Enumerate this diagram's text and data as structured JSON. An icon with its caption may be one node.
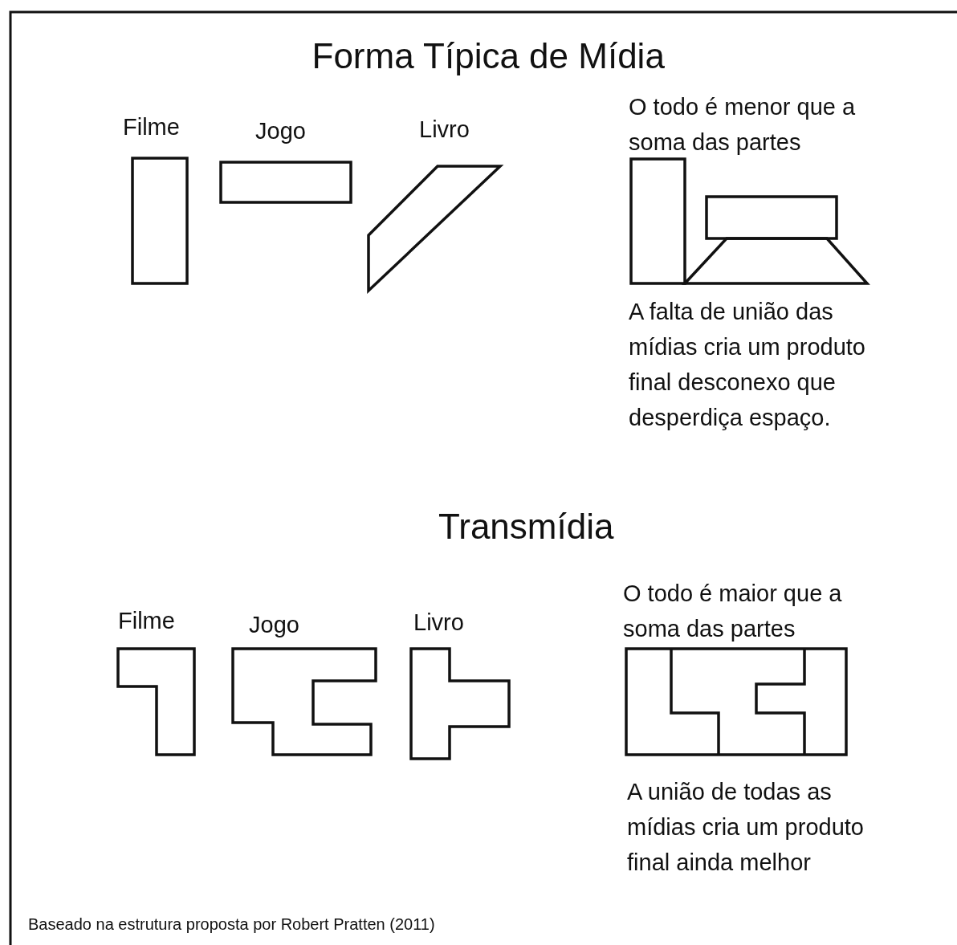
{
  "diagram": {
    "title": "Forma Típica de Mídia",
    "caption": "Baseado na estrutura proposta por Robert Pratten (2011)",
    "nodes": [
      {
        "text": [
          "Filme"
        ]
      },
      {
        "text": [
          "Jogo"
        ]
      },
      {
        "text": [
          "Livro"
        ]
      },
      {
        "text": [
          "O todo é menor que a soma das partes",
          "A falta de união das mídias cria um produto final desconexo que desperdiça espaço."
        ]
      },
      {
        "text": [
          "Filme"
        ]
      },
      {
        "text": [
          "Jogo"
        ]
      },
      {
        "text": [
          "Livro"
        ]
      },
      {
        "text": [
          "O todo é maior que a soma das partes",
          "A união de todas as mídias cria um produto final ainda melhor"
        ]
      }
    ],
    "labels": [
      "Transmídia"
    ]
  }
}
